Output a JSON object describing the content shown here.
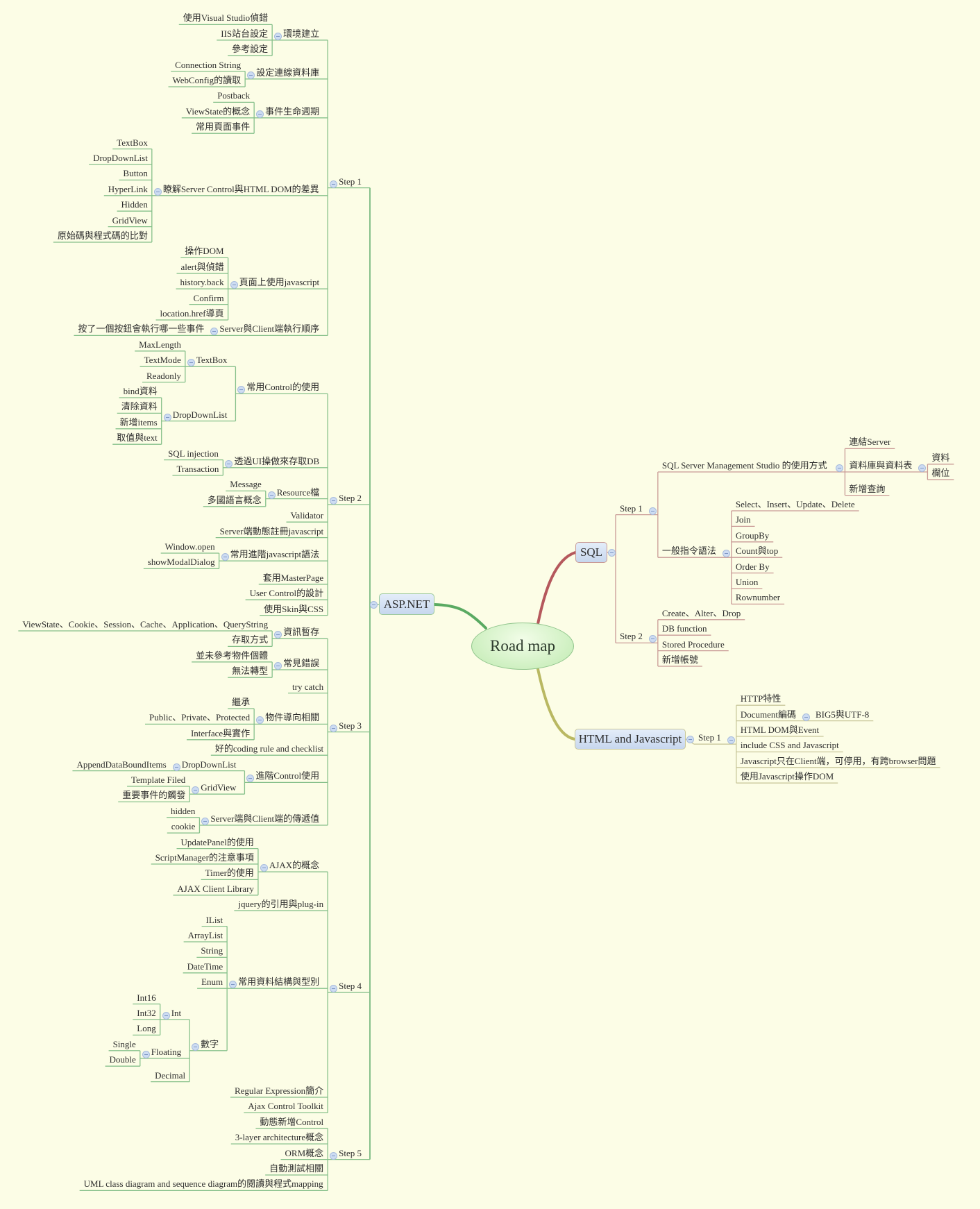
{
  "colors": {
    "background": "#fcfde6",
    "aspnet": "#86c08a",
    "sql": "#c99a96",
    "html": "#c9c79a",
    "sql_curve": "#b5585c",
    "html_curve": "#b9b862",
    "asp_curve": "#5aaa62"
  },
  "root": {
    "label": "Road map"
  },
  "branches": [
    {
      "label": "ASP.NET",
      "children": [
        {
          "label": "Step 1",
          "children": [
            {
              "label": "環境建立",
              "children": [
                {
                  "label": "使用Visual Studio偵錯"
                },
                {
                  "label": "IIS站台設定"
                },
                {
                  "label": "參考設定"
                }
              ]
            },
            {
              "label": "設定連線資料庫",
              "children": [
                {
                  "label": "Connection String"
                },
                {
                  "label": "WebConfig的讀取"
                }
              ]
            },
            {
              "label": "事件生命週期",
              "children": [
                {
                  "label": "Postback"
                },
                {
                  "label": "ViewState的概念"
                },
                {
                  "label": "常用頁面事件"
                }
              ]
            },
            {
              "label": "瞭解Server Control與HTML DOM的差異",
              "children": [
                {
                  "label": "TextBox"
                },
                {
                  "label": "DropDownList"
                },
                {
                  "label": "Button"
                },
                {
                  "label": "HyperLink"
                },
                {
                  "label": "Hidden"
                },
                {
                  "label": "GridView"
                },
                {
                  "label": "原始碼與程式碼的比對"
                }
              ]
            },
            {
              "label": "頁面上使用javascript",
              "children": [
                {
                  "label": "操作DOM"
                },
                {
                  "label": "alert與偵錯"
                },
                {
                  "label": "history.back"
                },
                {
                  "label": "Confirm"
                },
                {
                  "label": "location.href導頁"
                }
              ]
            },
            {
              "label": "Server與Client端執行順序",
              "children": [
                {
                  "label": "按了一個按鈕會執行哪一些事件"
                }
              ]
            }
          ]
        },
        {
          "label": "Step 2",
          "children": [
            {
              "label": "常用Control的使用",
              "children": [
                {
                  "label": "TextBox",
                  "children": [
                    {
                      "label": "MaxLength"
                    },
                    {
                      "label": "TextMode"
                    },
                    {
                      "label": "Readonly"
                    }
                  ]
                },
                {
                  "label": "DropDownList",
                  "children": [
                    {
                      "label": "bind資料"
                    },
                    {
                      "label": "清除資料"
                    },
                    {
                      "label": "新增items"
                    },
                    {
                      "label": "取值與text"
                    }
                  ]
                }
              ]
            },
            {
              "label": "透過UI操做來存取DB",
              "children": [
                {
                  "label": "SQL injection"
                },
                {
                  "label": "Transaction"
                }
              ]
            },
            {
              "label": "Resource檔",
              "children": [
                {
                  "label": "Message"
                },
                {
                  "label": "多國語言概念"
                }
              ]
            },
            {
              "label": "Validator"
            },
            {
              "label": "Server端動態註冊javascript"
            },
            {
              "label": "常用進階javascript語法",
              "children": [
                {
                  "label": "Window.open"
                },
                {
                  "label": "showModalDialog"
                }
              ]
            },
            {
              "label": "套用MasterPage"
            },
            {
              "label": "User Control的設計"
            },
            {
              "label": "使用Skin與CSS"
            }
          ]
        },
        {
          "label": "Step 3",
          "children": [
            {
              "label": "資訊暫存",
              "children": [
                {
                  "label": "ViewState、Cookie、Session、Cache、Application、QueryString"
                },
                {
                  "label": "存取方式"
                }
              ]
            },
            {
              "label": "常見錯誤",
              "children": [
                {
                  "label": "並未參考物件個體"
                },
                {
                  "label": "無法轉型"
                }
              ]
            },
            {
              "label": "try catch"
            },
            {
              "label": "物件導向相關",
              "children": [
                {
                  "label": "繼承"
                },
                {
                  "label": "Public、Private、Protected"
                },
                {
                  "label": "Interface與實作"
                }
              ]
            },
            {
              "label": "好的coding rule and checklist"
            },
            {
              "label": "進階Control使用",
              "children": [
                {
                  "label": "DropDownList",
                  "children": [
                    {
                      "label": "AppendDataBoundItems"
                    }
                  ]
                },
                {
                  "label": "GridView",
                  "children": [
                    {
                      "label": "Template Filed"
                    },
                    {
                      "label": "重要事件的觸發"
                    }
                  ]
                }
              ]
            },
            {
              "label": "Server端與Client端的傳遞值",
              "children": [
                {
                  "label": "hidden"
                },
                {
                  "label": "cookie"
                }
              ]
            }
          ]
        },
        {
          "label": "Step 4",
          "children": [
            {
              "label": "AJAX的概念",
              "children": [
                {
                  "label": "UpdatePanel的使用"
                },
                {
                  "label": "ScriptManager的注意事項"
                },
                {
                  "label": "Timer的使用"
                },
                {
                  "label": "AJAX Client Library"
                }
              ]
            },
            {
              "label": "jquery的引用與plug-in"
            },
            {
              "label": "常用資料結構與型別",
              "children": [
                {
                  "label": "IList"
                },
                {
                  "label": "ArrayList"
                },
                {
                  "label": "String"
                },
                {
                  "label": "DateTime"
                },
                {
                  "label": "Enum"
                },
                {
                  "label": "數字",
                  "children": [
                    {
                      "label": "Int",
                      "children": [
                        {
                          "label": "Int16"
                        },
                        {
                          "label": "Int32"
                        },
                        {
                          "label": "Long"
                        }
                      ]
                    },
                    {
                      "label": "Floating",
                      "children": [
                        {
                          "label": "Single"
                        },
                        {
                          "label": "Double"
                        }
                      ]
                    },
                    {
                      "label": "Decimal"
                    }
                  ]
                }
              ]
            },
            {
              "label": "Regular Expression簡介"
            },
            {
              "label": "Ajax Control Toolkit"
            }
          ]
        },
        {
          "label": "Step 5",
          "children": [
            {
              "label": "動態新增Control"
            },
            {
              "label": "3-layer architecture概念"
            },
            {
              "label": "ORM概念"
            },
            {
              "label": "自動測試相關"
            },
            {
              "label": "UML class diagram and sequence diagram的閱讀與程式mapping"
            }
          ]
        }
      ]
    },
    {
      "label": "SQL",
      "children": [
        {
          "label": "Step 1",
          "children": [
            {
              "label": "SQL Server Management  Studio 的使用方式",
              "children": [
                {
                  "label": "連結Server"
                },
                {
                  "label": "資料庫與資料表",
                  "children": [
                    {
                      "label": "資料"
                    },
                    {
                      "label": "欄位"
                    }
                  ]
                },
                {
                  "label": "新增查詢"
                }
              ]
            },
            {
              "label": "一般指令語法",
              "children": [
                {
                  "label": "Select、Insert、Update、Delete"
                },
                {
                  "label": "Join"
                },
                {
                  "label": "GroupBy"
                },
                {
                  "label": "Count與top"
                },
                {
                  "label": "Order By"
                },
                {
                  "label": "Union"
                },
                {
                  "label": "Rownumber"
                }
              ]
            }
          ]
        },
        {
          "label": "Step 2",
          "children": [
            {
              "label": "Create、Alter、Drop"
            },
            {
              "label": "DB function"
            },
            {
              "label": "Stored Procedure"
            },
            {
              "label": "新增帳號"
            }
          ]
        }
      ]
    },
    {
      "label": "HTML and Javascript",
      "children": [
        {
          "label": "Step 1",
          "children": [
            {
              "label": "HTTP特性"
            },
            {
              "label": "Document編碼",
              "children": [
                {
                  "label": "BIG5與UTF-8"
                }
              ]
            },
            {
              "label": "HTML DOM與Event"
            },
            {
              "label": "include CSS and Javascript"
            },
            {
              "label": "Javascript只在Client端，可停用，有跨browser問題"
            },
            {
              "label": "使用Javascript操作DOM"
            }
          ]
        }
      ]
    }
  ]
}
